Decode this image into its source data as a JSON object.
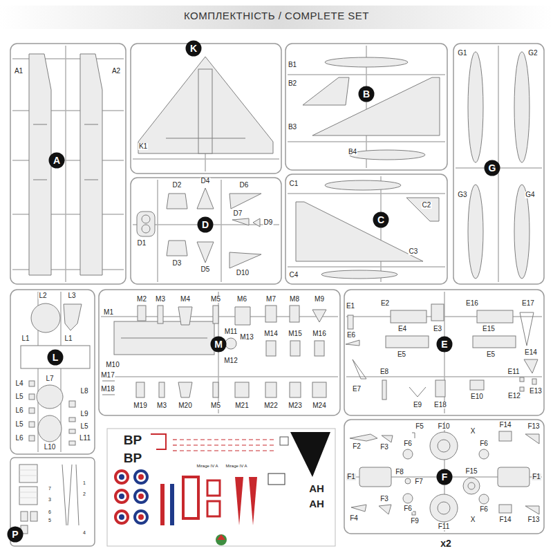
{
  "diagram": {
    "title": "КОМПЛЕКТНІСТЬ / COMPLETE SET",
    "nodes": [
      {
        "text": [
          "A"
        ]
      },
      {
        "text": [
          "K"
        ]
      },
      {
        "text": [
          "B"
        ]
      },
      {
        "text": [
          "G"
        ]
      },
      {
        "text": [
          "D"
        ]
      },
      {
        "text": [
          "C"
        ]
      },
      {
        "text": [
          "L"
        ]
      },
      {
        "text": [
          "M"
        ]
      },
      {
        "text": [
          "E"
        ]
      },
      {
        "text": [
          "P"
        ]
      },
      {
        "text": [
          "F"
        ]
      }
    ],
    "labels": [
      "A1",
      "A2",
      "K1",
      "B1",
      "B2",
      "B3",
      "B4",
      "G1",
      "G2",
      "G3",
      "G4",
      "D1",
      "D2",
      "D3",
      "D4",
      "D5",
      "D6",
      "D7",
      "D9",
      "D10",
      "C1",
      "C2",
      "C3",
      "C4",
      "L2",
      "L3",
      "L1",
      "L1",
      "L4",
      "L5",
      "L6",
      "L5",
      "L6",
      "L7",
      "L8",
      "L9",
      "L5",
      "L11",
      "L10",
      "M1",
      "M2",
      "M3",
      "M4",
      "M5",
      "M6",
      "M7",
      "M8",
      "M9",
      "M11",
      "M13",
      "M14",
      "M15",
      "M16",
      "M10",
      "M12",
      "M17",
      "M18",
      "M19",
      "M3",
      "M20",
      "M5",
      "M21",
      "M22",
      "M23",
      "M24",
      "E1",
      "E2",
      "E16",
      "E17",
      "E3",
      "E6",
      "E4",
      "E15",
      "E14",
      "E5",
      "E5",
      "E8",
      "E11",
      "E7",
      "E12",
      "E13",
      "E10",
      "E9",
      "E18",
      "F2",
      "F3",
      "F5",
      "F10",
      "X",
      "F14",
      "F13",
      "F6",
      "F6",
      "F1",
      "F8",
      "F7",
      "F15",
      "F1",
      "F6",
      "F6",
      "F3",
      "F4",
      "F9",
      "F11",
      "X",
      "F14",
      "F13",
      "x2",
      "1",
      "2",
      "7",
      "3",
      "6",
      "5",
      "4",
      "BP",
      "BP",
      "Mirage IV A",
      "Mirage IV A",
      "AH",
      "AH"
    ]
  }
}
